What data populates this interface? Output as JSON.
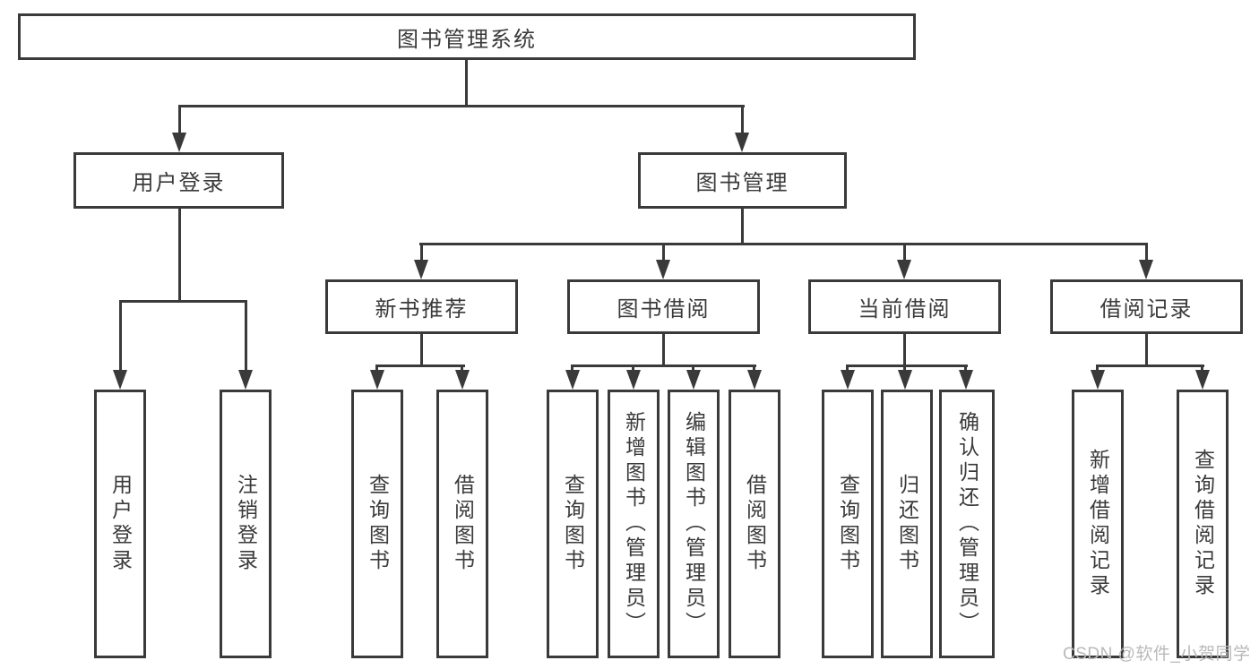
{
  "tree": {
    "root": "图书管理系统",
    "branches": [
      {
        "label": "用户登录",
        "children": [
          {
            "label": "用户登录"
          },
          {
            "label": "注销登录"
          }
        ]
      },
      {
        "label": "图书管理",
        "children": [
          {
            "label": "新书推荐",
            "children": [
              {
                "label": "查询图书"
              },
              {
                "label": "借阅图书"
              }
            ]
          },
          {
            "label": "图书借阅",
            "children": [
              {
                "label": "查询图书"
              },
              {
                "label": "新增图书（管理员）"
              },
              {
                "label": "编辑图书（管理员）"
              },
              {
                "label": "借阅图书"
              }
            ]
          },
          {
            "label": "当前借阅",
            "children": [
              {
                "label": "查询图书"
              },
              {
                "label": "归还图书"
              },
              {
                "label": "确认归还（管理员）"
              }
            ]
          },
          {
            "label": "借阅记录",
            "children": [
              {
                "label": "新增借阅记录"
              },
              {
                "label": "查询借阅记录"
              }
            ]
          }
        ]
      }
    ]
  },
  "watermark": {
    "text": "CSDN @软件_小贺同学"
  },
  "colors": {
    "line": "#3a3a3a",
    "text": "#3a3a3a",
    "watermark": "#b9b9b9",
    "background": "#ffffff"
  }
}
